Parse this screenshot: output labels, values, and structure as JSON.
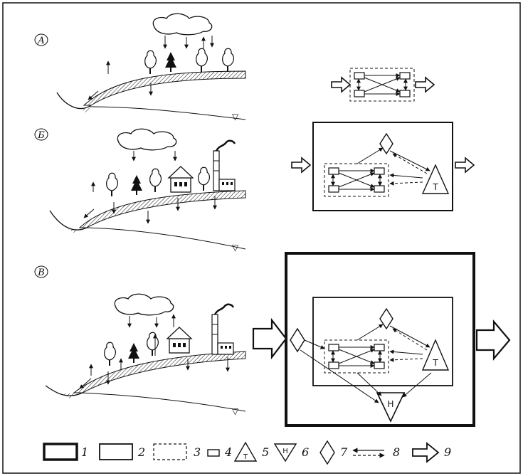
{
  "panels": [
    {
      "id": "A",
      "label": "А"
    },
    {
      "id": "B",
      "label": "Б"
    },
    {
      "id": "V",
      "label": "В"
    }
  ],
  "symbols": {
    "tech": "Т",
    "nature": "Н"
  },
  "legend": [
    {
      "num": "1",
      "symbol": "thick-frame-icon"
    },
    {
      "num": "2",
      "symbol": "thin-frame-icon"
    },
    {
      "num": "3",
      "symbol": "dashed-frame-icon"
    },
    {
      "num": "4",
      "symbol": "small-box-icon"
    },
    {
      "num": "5",
      "symbol": "triangle-t-icon",
      "mark": "Т"
    },
    {
      "num": "6",
      "symbol": "inverted-triangle-h-icon",
      "mark": "Н"
    },
    {
      "num": "7",
      "symbol": "diamond-icon"
    },
    {
      "num": "8",
      "symbol": "double-arrow-icon"
    },
    {
      "num": "9",
      "symbol": "hollow-arrow-icon"
    }
  ]
}
